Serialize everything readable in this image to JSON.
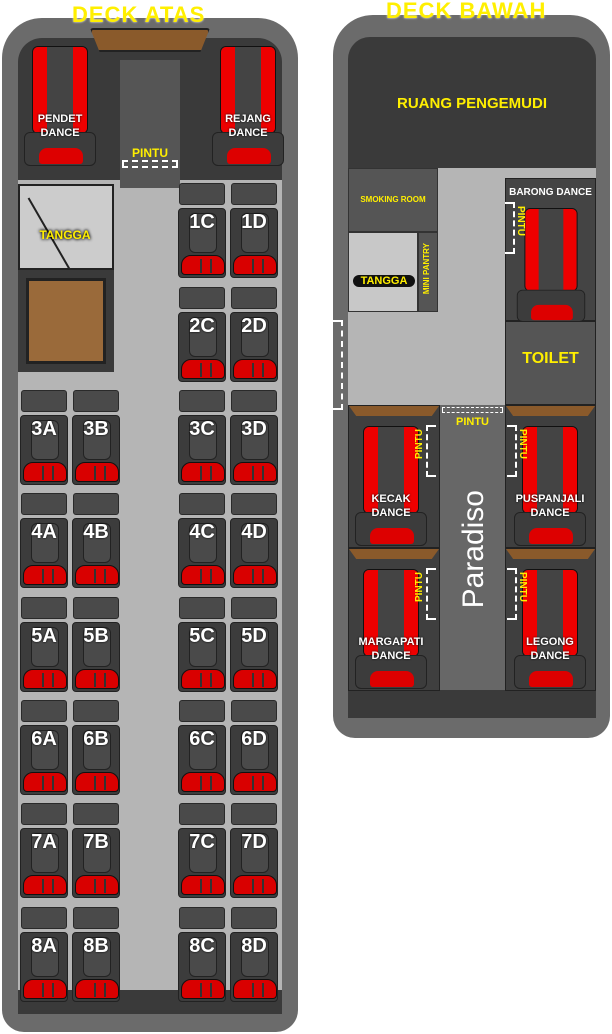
{
  "upper_deck": {
    "title": "DECK ATAS",
    "front_seats": [
      {
        "line1": "PENDET",
        "line2": "DANCE"
      },
      {
        "line1": "REJANG",
        "line2": "DANCE"
      }
    ],
    "door_label": "PINTU",
    "stairs_label": "TANGGA",
    "seats": [
      "1C",
      "1D",
      "2C",
      "2D",
      "3A",
      "3B",
      "3C",
      "3D",
      "4A",
      "4B",
      "4C",
      "4D",
      "5A",
      "5B",
      "5C",
      "5D",
      "6A",
      "6B",
      "6C",
      "6D",
      "7A",
      "7B",
      "7C",
      "7D",
      "8A",
      "8B",
      "8C",
      "8D"
    ]
  },
  "lower_deck": {
    "title": "DECK BAWAH",
    "driver_room": "RUANG PENGEMUDI",
    "smoking_room": "SMOKING ROOM",
    "stairs_label": "TANGGA",
    "mini_pantry": "MINI PANTRY",
    "toilet": "TOILET",
    "aisle_label": "Paradiso",
    "door_label": "PINTU",
    "barong": {
      "line1": "BARONG DANCE"
    },
    "suites": [
      {
        "line1": "KECAK",
        "line2": "DANCE"
      },
      {
        "line1": "PUSPANJALI",
        "line2": "DANCE"
      },
      {
        "line1": "MARGAPATI",
        "line2": "DANCE"
      },
      {
        "line1": "LEGONG",
        "line2": "DANCE"
      }
    ]
  }
}
